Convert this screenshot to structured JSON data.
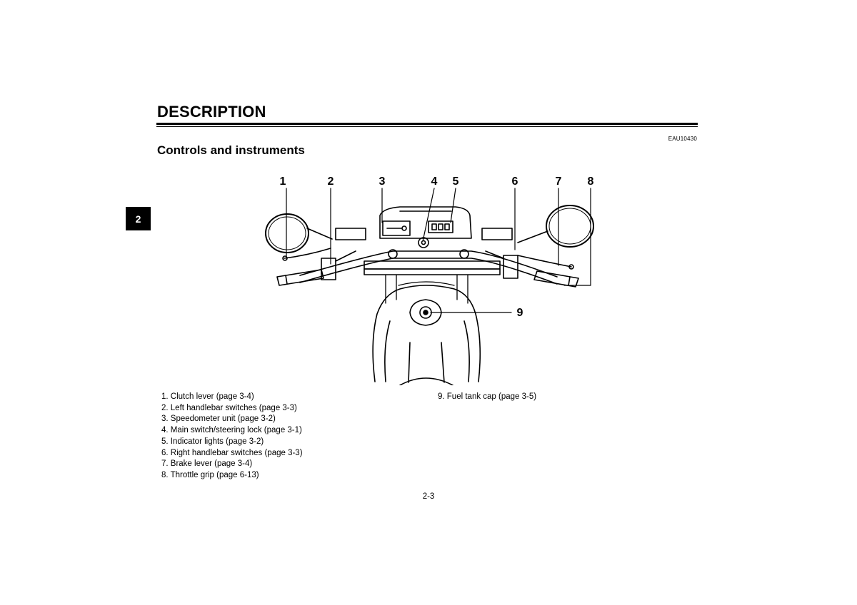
{
  "header": {
    "section_title": "DESCRIPTION",
    "doc_code": "EAU10430"
  },
  "chapter_tab": "2",
  "subsection_title": "Controls and instruments",
  "diagram": {
    "callouts": [
      "1",
      "2",
      "3",
      "4",
      "5",
      "6",
      "7",
      "8",
      "9"
    ]
  },
  "legend": {
    "left": [
      "1. Clutch lever (page 3-4)",
      "2. Left handlebar switches (page 3-3)",
      "3. Speedometer unit (page 3-2)",
      "4. Main switch/steering lock (page 3-1)",
      "5. Indicator lights (page 3-2)",
      "6. Right handlebar switches (page 3-3)",
      "7. Brake lever (page 3-4)",
      "8. Throttle grip (page 6-13)"
    ],
    "right": [
      "9. Fuel tank cap (page 3-5)"
    ]
  },
  "footer": {
    "page_number": "2-3"
  }
}
